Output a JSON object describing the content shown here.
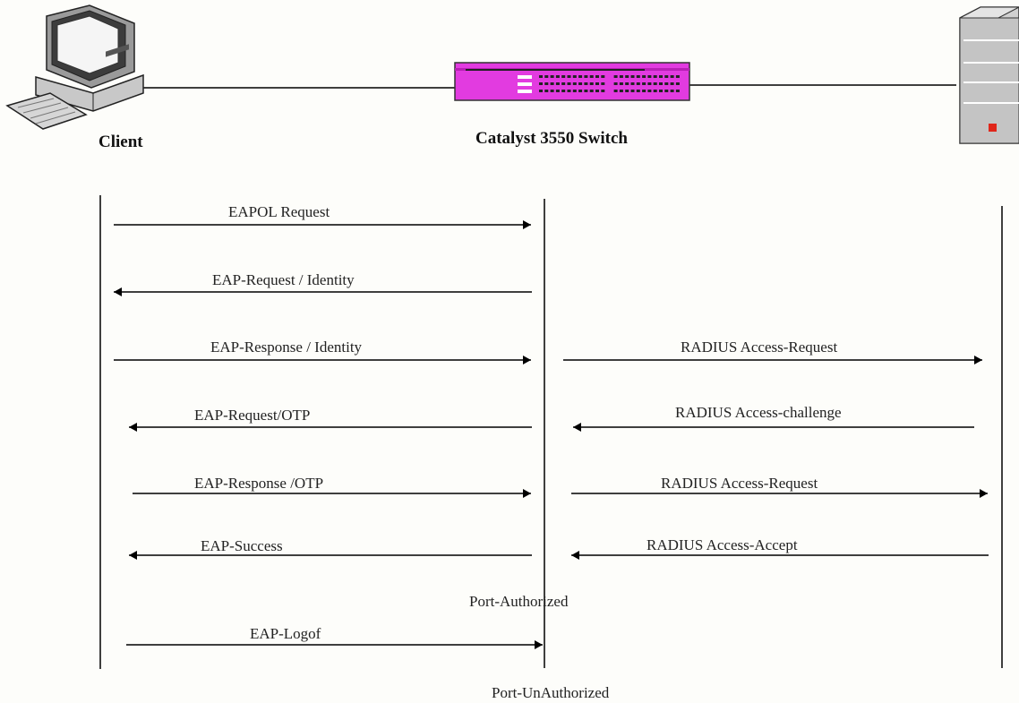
{
  "nodes": {
    "client": {
      "label": "Client",
      "icon": "desktop-computer-icon"
    },
    "switch": {
      "label": "Catalyst 3550 Switch",
      "icon": "network-switch-icon",
      "color": "#e23be0"
    },
    "server": {
      "label": "",
      "icon": "server-tower-icon",
      "led_color": "#e0261a"
    }
  },
  "messages": [
    {
      "label": "EAPOL Request",
      "from": "client",
      "to": "switch"
    },
    {
      "label": "EAP-Request / Identity",
      "from": "switch",
      "to": "client"
    },
    {
      "label": "EAP-Response  / Identity",
      "from": "client",
      "to": "switch"
    },
    {
      "label": "RADIUS Access-Request",
      "from": "switch",
      "to": "server"
    },
    {
      "label": "EAP-Request/OTP",
      "from": "switch",
      "to": "client"
    },
    {
      "label": "RADIUS Access-challenge",
      "from": "server",
      "to": "switch"
    },
    {
      "label": "EAP-Response /OTP",
      "from": "client",
      "to": "switch"
    },
    {
      "label": "RADIUS Access-Request",
      "from": "switch",
      "to": "server"
    },
    {
      "label": "EAP-Success",
      "from": "switch",
      "to": "client"
    },
    {
      "label": "RADIUS Access-Accept",
      "from": "server",
      "to": "switch"
    },
    {
      "label": "EAP-Logof",
      "from": "client",
      "to": "switch"
    }
  ],
  "states": {
    "authorized": "Port-Authorized",
    "unauthorized": "Port-UnAuthorized"
  }
}
